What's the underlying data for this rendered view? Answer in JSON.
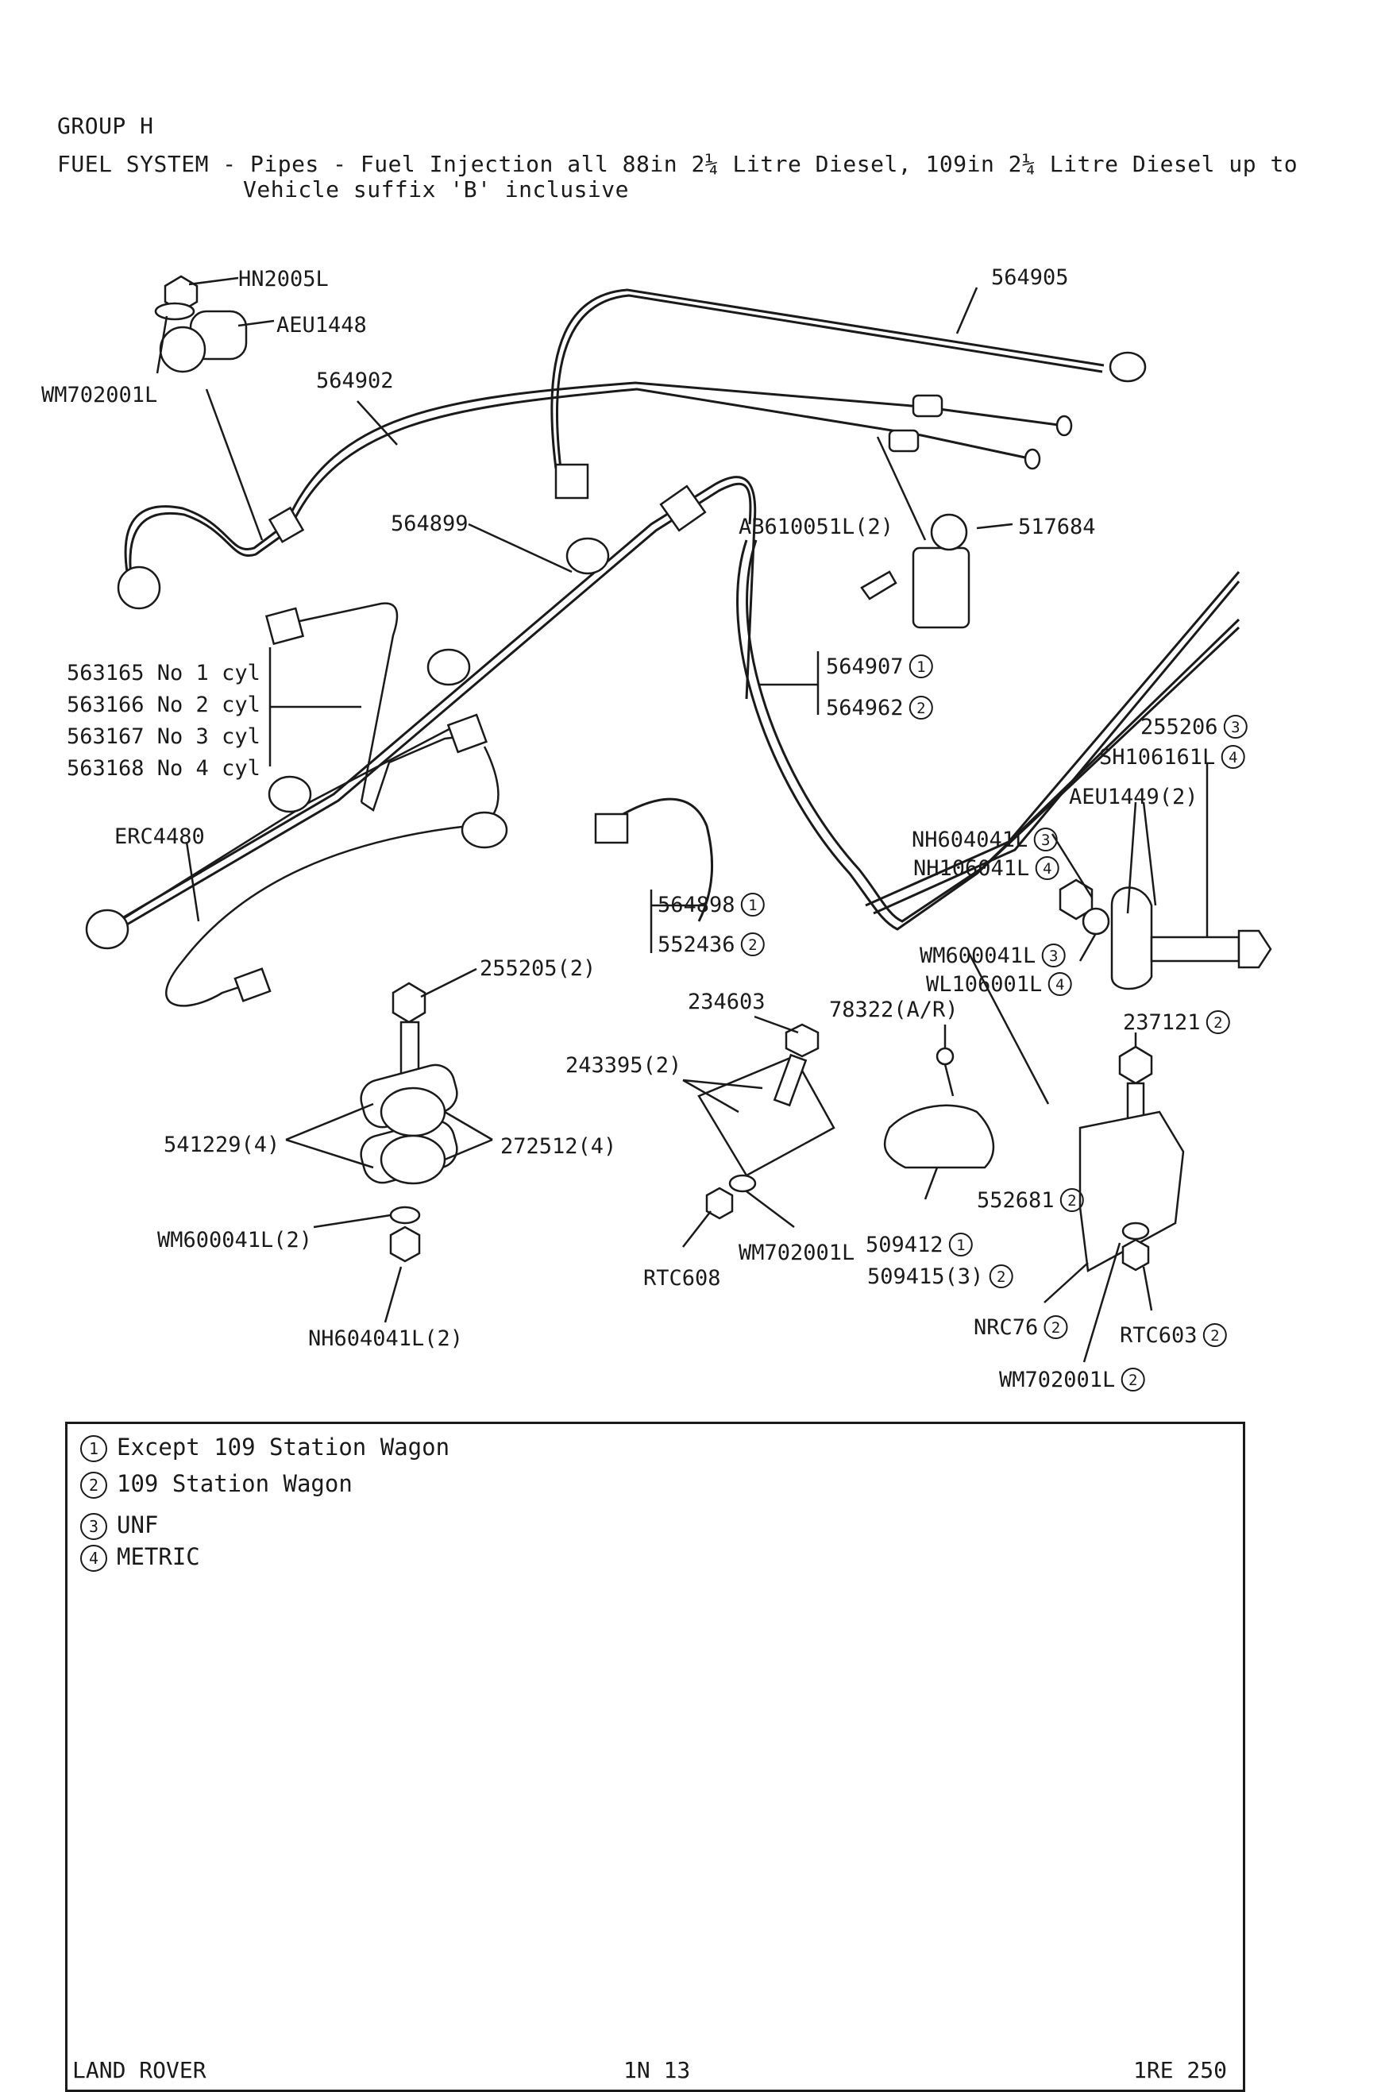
{
  "header": {
    "group": "GROUP H",
    "title_line1": "FUEL SYSTEM - Pipes - Fuel Injection all 88in 2¼ Litre Diesel, 109in 2¼ Litre Diesel up to",
    "title_line2": "Vehicle suffix 'B' inclusive"
  },
  "parts": [
    {
      "id": "HN2005L",
      "label": "HN2005L"
    },
    {
      "id": "AEU1448",
      "label": "AEU1448"
    },
    {
      "id": "WM702001L-top",
      "label": "WM702001L"
    },
    {
      "id": "564902",
      "label": "564902"
    },
    {
      "id": "564905",
      "label": "564905"
    },
    {
      "id": "564899",
      "label": "564899"
    },
    {
      "id": "AB610051L",
      "label": "AB610051L(2)"
    },
    {
      "id": "517684",
      "label": "517684"
    },
    {
      "id": "563165",
      "label": "563165 No 1 cyl"
    },
    {
      "id": "563166",
      "label": "563166 No 2 cyl"
    },
    {
      "id": "563167",
      "label": "563167 No 3 cyl"
    },
    {
      "id": "563168",
      "label": "563168 No 4 cyl"
    },
    {
      "id": "564907",
      "label": "564907",
      "note": "1"
    },
    {
      "id": "564962",
      "label": "564962",
      "note": "2"
    },
    {
      "id": "255206",
      "label": "255206",
      "note": "3"
    },
    {
      "id": "SH106161L",
      "label": "SH106161L",
      "note": "4"
    },
    {
      "id": "AEU1449",
      "label": "AEU1449(2)"
    },
    {
      "id": "NH604041L-r",
      "label": "NH604041L",
      "note": "3"
    },
    {
      "id": "NH106041L",
      "label": "NH106041L",
      "note": "4"
    },
    {
      "id": "ERC4480",
      "label": "ERC4480"
    },
    {
      "id": "564898",
      "label": "564898",
      "note": "1"
    },
    {
      "id": "552436",
      "label": "552436",
      "note": "2"
    },
    {
      "id": "WM600041L-r",
      "label": "WM600041L",
      "note": "3"
    },
    {
      "id": "WL106001L",
      "label": "WL106001L",
      "note": "4"
    },
    {
      "id": "255205",
      "label": "255205(2)"
    },
    {
      "id": "234603",
      "label": "234603"
    },
    {
      "id": "78322",
      "label": "78322(A/R)"
    },
    {
      "id": "237121",
      "label": "237121",
      "note": "2"
    },
    {
      "id": "243395",
      "label": "243395(2)"
    },
    {
      "id": "541229",
      "label": "541229(4)"
    },
    {
      "id": "272512",
      "label": "272512(4)"
    },
    {
      "id": "552681",
      "label": "552681",
      "note": "2"
    },
    {
      "id": "WM600041L-l",
      "label": "WM600041L(2)"
    },
    {
      "id": "WM702001L-mid",
      "label": "WM702001L"
    },
    {
      "id": "509412",
      "label": "509412",
      "note": "1"
    },
    {
      "id": "509415",
      "label": "509415(3)",
      "note": "2"
    },
    {
      "id": "RTC608",
      "label": "RTC608"
    },
    {
      "id": "NRC76",
      "label": "NRC76",
      "note": "2"
    },
    {
      "id": "RTC603",
      "label": "RTC603",
      "note": "2"
    },
    {
      "id": "NH604041L-l",
      "label": "NH604041L(2)"
    },
    {
      "id": "WM702001L-bot",
      "label": "WM702001L",
      "note": "2"
    }
  ],
  "legend": [
    {
      "num": "1",
      "text": "Except 109 Station Wagon"
    },
    {
      "num": "2",
      "text": "109 Station Wagon"
    },
    {
      "num": "3",
      "text": "UNF"
    },
    {
      "num": "4",
      "text": "METRIC"
    }
  ],
  "footer": {
    "left": "LAND ROVER",
    "center": "1N 13",
    "right": "1RE 250"
  }
}
